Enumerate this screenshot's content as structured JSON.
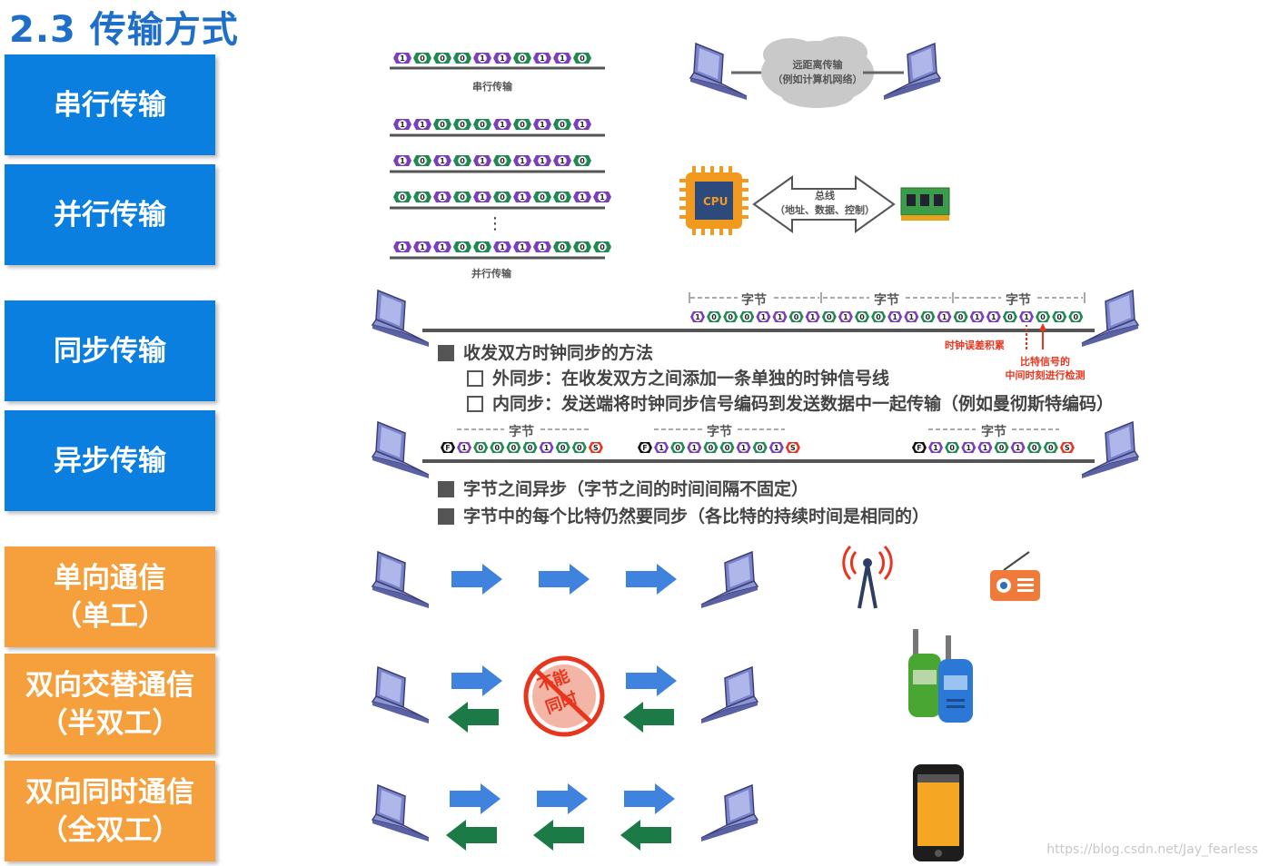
{
  "title": "2.3 传输方式",
  "sidebar": {
    "serial": "串行传输",
    "parallel": "并行传输",
    "sync": "同步传输",
    "async": "异步传输",
    "simplex_l1": "单向通信",
    "simplex_l2": "（单工）",
    "half_l1": "双向交替通信",
    "half_l2": "（半双工）",
    "full_l1": "双向同时通信",
    "full_l2": "（全双工）"
  },
  "serial_section": {
    "caption": "串行传输",
    "bits": [
      "1",
      "0",
      "0",
      "0",
      "1",
      "1",
      "0",
      "1",
      "1",
      "0"
    ],
    "cloud_l1": "远距离传输",
    "cloud_l2": "（例如计算机网络）"
  },
  "parallel_section": {
    "caption": "并行传输",
    "rows": [
      [
        "1",
        "1",
        "0",
        "0",
        "0",
        "1",
        "0",
        "1",
        "0",
        "1"
      ],
      [
        "1",
        "0",
        "1",
        "0",
        "1",
        "0",
        "1",
        "1",
        "1",
        "0"
      ],
      [
        "0",
        "0",
        "1",
        "0",
        "1",
        "0",
        "1",
        "0",
        "0",
        "1",
        "1"
      ],
      [
        "1",
        "1",
        "1",
        "0",
        "0",
        "1",
        "1",
        "1",
        "0",
        "0",
        "0"
      ]
    ],
    "ellipsis": "⋮",
    "cpu_label": "CPU",
    "bus_l1": "总线",
    "bus_l2": "（地址、数据、控制）"
  },
  "sync_section": {
    "byte_label": "字节",
    "bits": [
      "1",
      "0",
      "0",
      "0",
      "1",
      "1",
      "0",
      "1",
      "0",
      "1",
      "0",
      "0",
      "1",
      "1",
      "0",
      "1",
      "0",
      "1",
      "1",
      "0",
      "1",
      "0",
      "0",
      "0"
    ],
    "clock_error": "时钟误差积累",
    "detect_l1": "比特信号的",
    "detect_l2": "中间时刻进行检测",
    "point1": "收发双方时钟同步的方法",
    "point1a": "外同步：在收发双方之间添加一条单独的时钟信号线",
    "point1b": "内同步：发送端将时钟同步信号编码到发送数据中一起传输（例如曼彻斯特编码）"
  },
  "async_section": {
    "byte_label": "字节",
    "start_bit": "F",
    "stop_bit": "S",
    "frames": [
      [
        "1",
        "0",
        "0",
        "0",
        "0",
        "1",
        "0",
        "0"
      ],
      [
        "1",
        "0",
        "1",
        "0",
        "0",
        "1",
        "0",
        "1"
      ],
      [
        "1",
        "0",
        "1",
        "1",
        "0",
        "1",
        "0",
        "0"
      ]
    ],
    "point1": "字节之间异步（字节之间的时间间隔不固定）",
    "point2": "字节中的每个比特仍然要同步（各比特的持续时间是相同的）"
  },
  "duplex_section": {
    "no_sim_l1": "不能",
    "no_sim_l2": "同时"
  },
  "watermark": "https://blog.csdn.net/Jay_fearless",
  "colors": {
    "blue_box": "#0b7fe0",
    "orange_box": "#f5a03c",
    "bit_one": "#7a3fbf",
    "bit_zero": "#1d8a52",
    "arrow_blue": "#3f83df",
    "arrow_green": "#1b7a45",
    "red": "#e8361e"
  }
}
